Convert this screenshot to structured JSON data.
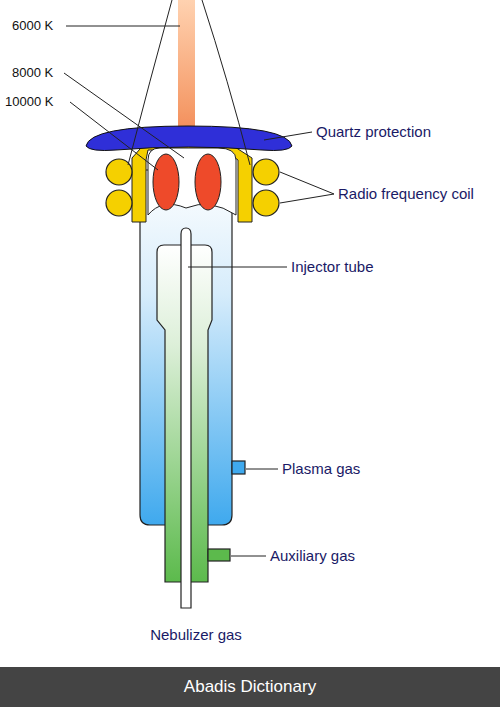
{
  "diagram": {
    "nodes": [
      {
        "text": [
          "Abadis Dictionary"
        ]
      }
    ],
    "labels": [
      "6000 K",
      "8000 K",
      "10000 K",
      "Quartz protection",
      "Radio frequency coil",
      "Injector tube",
      "Plasma gas",
      "Auxiliary gas",
      "Nebulizer gas"
    ]
  }
}
